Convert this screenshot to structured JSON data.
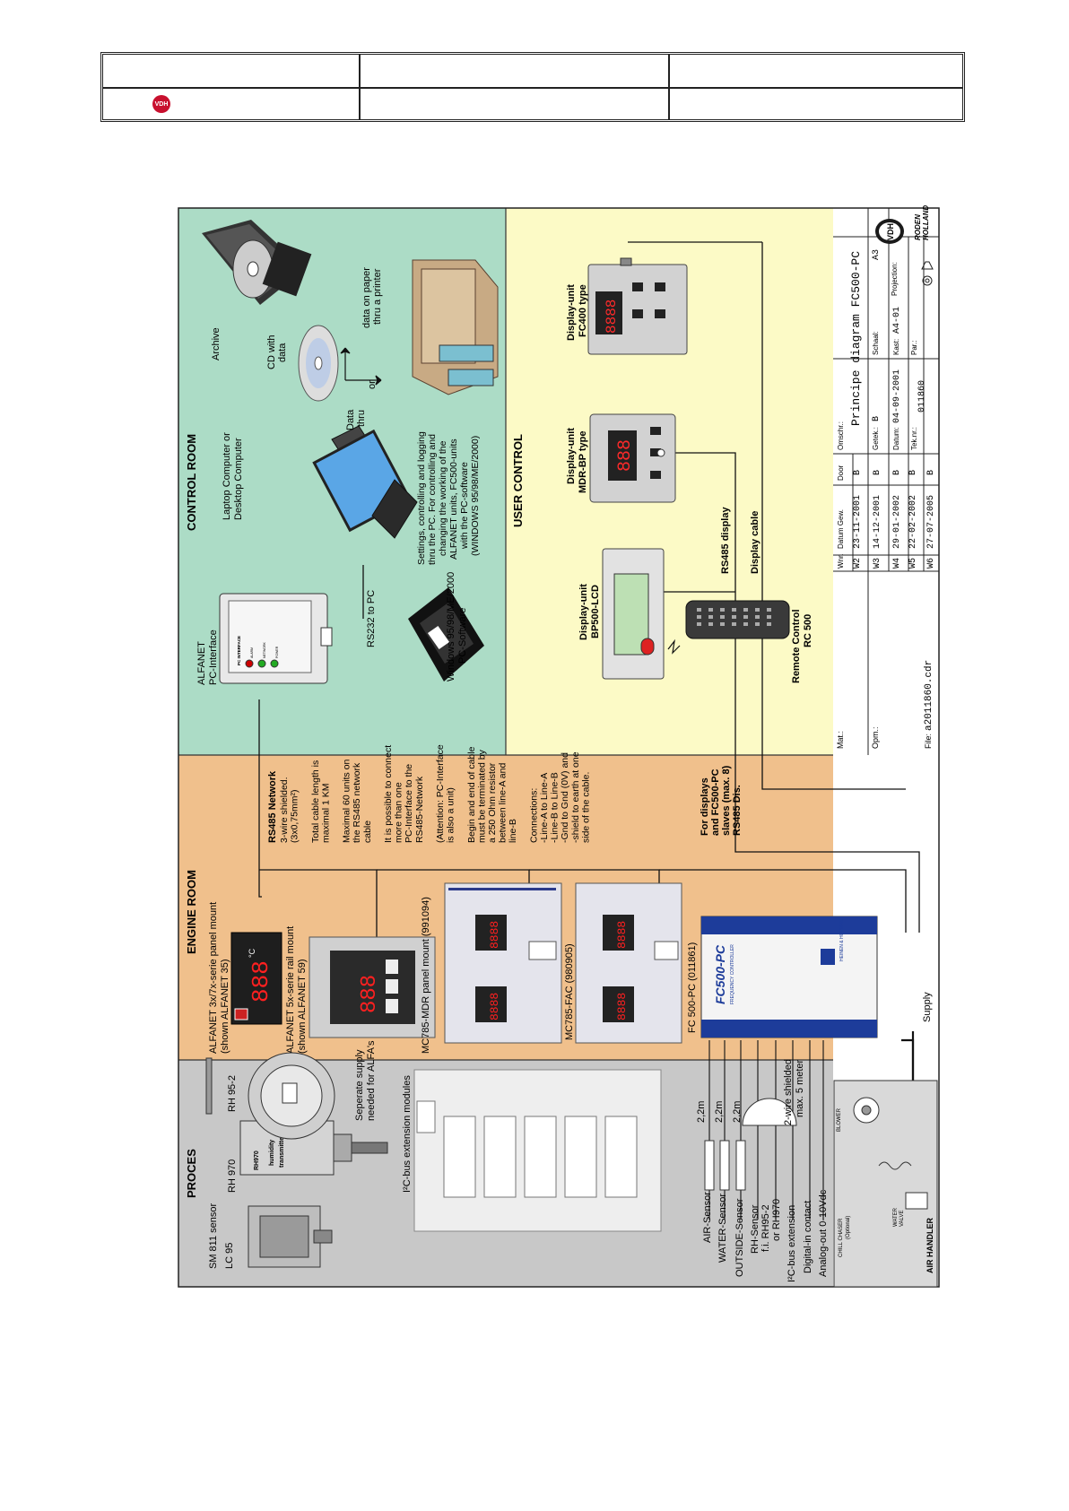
{
  "header": {
    "logo_text": "VDH"
  },
  "sections": {
    "control_room": "CONTROL ROOM",
    "user_control": "USER CONTROL",
    "engine_room": "ENGINE ROOM",
    "proces": "PROCES"
  },
  "control_room": {
    "alfanet": [
      "ALFANET",
      "PC-Interface"
    ],
    "pc_interface_label": "PC INTERFACE",
    "pc_interface_leds": [
      "ALARM",
      "NETWORK",
      "POWER"
    ],
    "laptop": [
      "Laptop Computer or",
      "Desktop Computer"
    ],
    "rs232": "RS232 to PC",
    "windows": [
      "Windows 95/98/ME/2000",
      "PC-Software"
    ],
    "settings": [
      "Settings, controlling and logging",
      "thru the PC. For controlling and",
      "changing the working of the",
      "ALFANET units, FC500-units",
      "with the PC-software",
      "(WINDOWS 95/98/ME/2000)"
    ],
    "data_thru": [
      "Data",
      "thru"
    ],
    "or": "or",
    "cd": [
      "CD with",
      "data"
    ],
    "archive": "Archive",
    "printer": [
      "data on paper",
      "thru a printer"
    ]
  },
  "user_control": {
    "bp500": [
      "Display-unit",
      "BP500-LCD"
    ],
    "mdr": [
      "Display-unit",
      "MDR-BP type"
    ],
    "fc400": [
      "Display-unit",
      "FC400 type"
    ],
    "remote": [
      "Remote Control",
      "RC 500"
    ],
    "rs485_display": "RS485 display",
    "display_cable": "Display cable",
    "mdr_digits": "888",
    "fc400_digits": "8888"
  },
  "engine_room": {
    "alfanet3x": [
      "ALFANET 3x/7x-serie panel mount",
      "(shown ALFANET 35)"
    ],
    "alfanet5x": [
      "ALFANET 5x-serie rail mount",
      "(shown ALFANET 59)"
    ],
    "panel_digits": "888",
    "panel_unit": "°C",
    "mc785mdr": "MC785-MDR panel mount (991094)",
    "mc785fac": "MC785-FAC (980905)",
    "fc500": "FC 500-PC (011861)",
    "fc500_brand": "FC500-PC",
    "fc500_sub": "FREQUENCY CONTROLLER",
    "fc500_maker": "HEINEN & HOPMAN",
    "supply": "Supply",
    "network_title": "RS485 Network",
    "network_lines": [
      "3-wire shielded.",
      "(3x0,75mm²)",
      "",
      "Total cable length is",
      "maximal 1 KM",
      "",
      "Maximal 60 units on",
      "the RS485 network",
      "cable",
      "",
      "It is possible to connect",
      "more than one",
      "PC-Interface to the",
      "RS485-Network",
      "",
      "(Attention: PC-Interface",
      "is also a unit)",
      "",
      "Begin and end of cable",
      "must be terminated by",
      "a 250 Ohm resistor",
      "between line-A and",
      "line-B",
      "",
      "Connections:",
      "-Line-A to Line-A",
      "-Line-B to Line-B",
      "-Gnd to Gnd (0V) and",
      "-shield to earth at one",
      "side of the cable."
    ],
    "for_displays": [
      "For displays",
      "and FC500-PC",
      "slaves (max. 8)",
      "RS485 Dis."
    ]
  },
  "proces": {
    "sensors_left": [
      "SM 811 sensor",
      "LC 95"
    ],
    "rh970": "RH 970",
    "rh970_device": [
      "RH970",
      "humidity",
      "transmitter"
    ],
    "rh952": "RH 95-2",
    "separate_supply": [
      "Seperate supply",
      "needed for ALFA's"
    ],
    "i2c_modules": "I²C-bus extension modules",
    "inputs": [
      "AIR-Sensor",
      "WATER-Sensor",
      "OUTSIDE-Sensor",
      "RH-Sensor",
      "f.i. RH95-2",
      "or RH970",
      "I²C-bus extension",
      "Digital-in contact",
      "Analog-out 0-10Vdc"
    ],
    "lengths": [
      "2,2m",
      "2,2m",
      "2,2m"
    ],
    "two_wire": [
      "2-wire shielded",
      "max. 5 meter"
    ],
    "air_handler": "AIR HANDLER",
    "blower": "BLOWER",
    "chill_chaser": [
      "CHILL CHASER",
      "(Optional)"
    ],
    "water_valve": [
      "WATER",
      "VALVE"
    ]
  },
  "title_block": {
    "mat": "Mat.:",
    "opm": "Opm.:",
    "file_label": "File:",
    "file": "a2011860.cdr",
    "rev_headers": [
      "Wnr.",
      "Datum Gew.",
      "Door"
    ],
    "revisions": [
      {
        "wnr": "W2",
        "date": "23-11-2001",
        "door": "B"
      },
      {
        "wnr": "W3",
        "date": "14-12-2001",
        "door": "B"
      },
      {
        "wnr": "W4",
        "date": "29-01-2002",
        "door": "B"
      },
      {
        "wnr": "W5",
        "date": "22-02-2002",
        "door": "B"
      },
      {
        "wnr": "W6",
        "date": "27-07-2005",
        "door": "B"
      }
    ],
    "omschr_label": "Omschr.:",
    "omschr": "Principe diagram FC500-PC",
    "getek_label": "Getek.:",
    "getek": "B",
    "schaal_label": "Schaal:",
    "schaal": "A3",
    "datum_label": "Datum:",
    "datum": "04-09-2001",
    "kast_label": "Kast:",
    "kast": "A4-01",
    "teknr_label": "Tek.nr.:",
    "teknr": "011860",
    "par_label": "Par.:",
    "projection_label": "Projection:",
    "logo": "VDH",
    "company": [
      "RODEN",
      "HOLLAND"
    ]
  }
}
